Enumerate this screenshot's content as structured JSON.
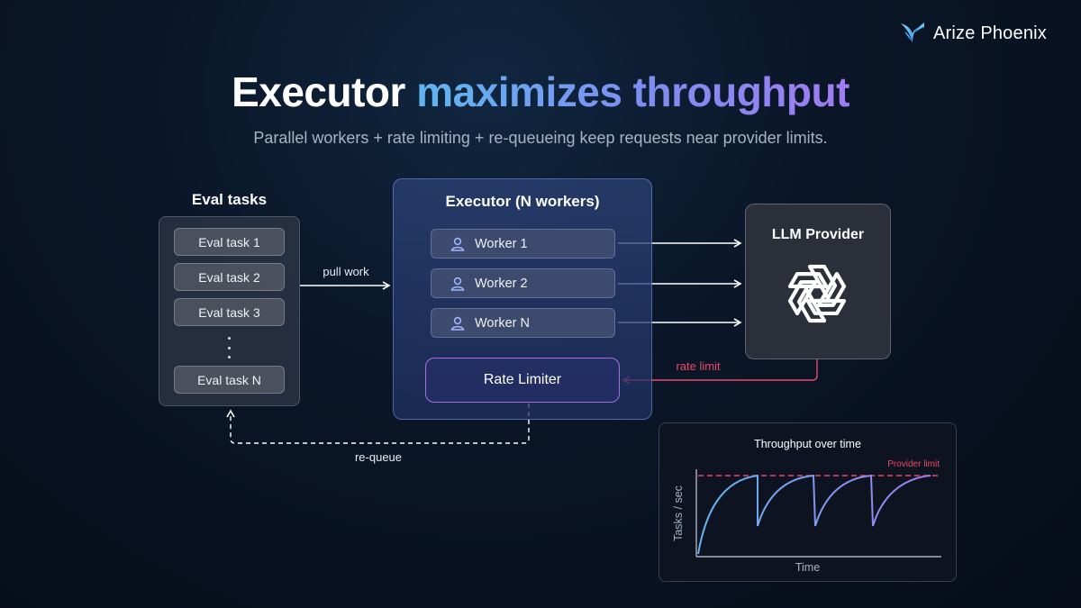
{
  "brand": {
    "name": "Arize Phoenix",
    "icon": "phoenix-logo-icon"
  },
  "headline": {
    "part1": "Executor",
    "part2": "maximizes throughput"
  },
  "subtitle": "Parallel workers + rate limiting + re-queueing keep requests near provider limits.",
  "eval_tasks": {
    "title": "Eval tasks",
    "items": [
      "Eval task 1",
      "Eval task 2",
      "Eval task 3",
      "Eval task N"
    ]
  },
  "executor": {
    "title": "Executor (N workers)",
    "workers": [
      "Worker 1",
      "Worker 2",
      "Worker N"
    ],
    "worker_icon": "user-icon",
    "rate_limiter": "Rate Limiter"
  },
  "llm_provider": {
    "title": "LLM Provider",
    "icon": "openai-logo-icon"
  },
  "edges": {
    "pull_work": "pull work",
    "rate_limit": "rate limit",
    "requeue": "re-queue"
  },
  "colors": {
    "accent_red": "#f0466a",
    "rate_limiter_border": "#b06ae6",
    "chart_line_start": "#5fb6f0",
    "chart_line_end": "#a07cf0"
  },
  "chart_data": {
    "type": "line",
    "title": "Throughput over time",
    "xlabel": "Time",
    "ylabel": "Tasks / sec",
    "reference_line": {
      "label": "Provider limit"
    },
    "grid": false
  }
}
